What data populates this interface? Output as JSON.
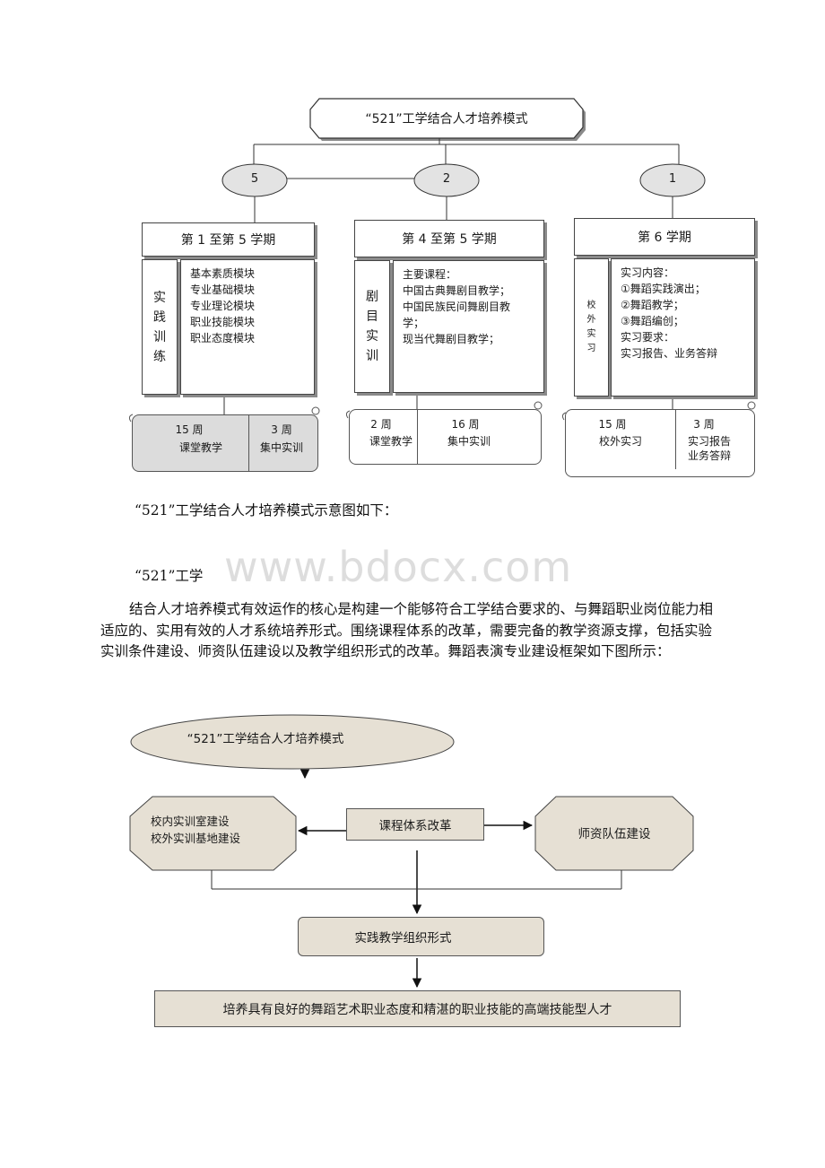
{
  "diagram1": {
    "title": "“521”工学结合人才培养模式",
    "nodes": [
      {
        "number": "5",
        "period": "第 1 至第 5 学期",
        "side_label": [
          "实",
          "践",
          "训",
          "练"
        ],
        "items": [
          "基本素质模块",
          "专业基础模块",
          "专业理论模块",
          "职业技能模块",
          "职业态度模块"
        ],
        "scroll": {
          "left_weeks": "15 周",
          "left_label": "课堂教学",
          "right_weeks": "3 周",
          "right_label": "集中实训"
        }
      },
      {
        "number": "2",
        "period": "第 4 至第 5 学期",
        "side_label": [
          "剧",
          "目",
          "实",
          "训"
        ],
        "items": [
          "主要课程：",
          "中国古典舞剧目教学；",
          "中国民族民间舞剧目教",
          "学；",
          "现当代舞剧目教学；"
        ],
        "scroll": {
          "left_weeks": "2 周",
          "left_label": "课堂教学",
          "right_weeks": "16 周",
          "right_label": "集中实训"
        }
      },
      {
        "number": "1",
        "period": "第 6 学期",
        "side_label": [
          "校",
          "外",
          "实",
          "习"
        ],
        "items": [
          "实习内容：",
          "①舞蹈实践演出；",
          "②舞蹈教学；",
          "③舞蹈编创；",
          "实习要求：",
          "实习报告、业务答辩"
        ],
        "scroll": {
          "left_weeks": "15 周",
          "left_label": "校外实习",
          "right_weeks": "3 周",
          "right_label": "实习报告",
          "right_label2": "业务答辩"
        }
      }
    ]
  },
  "text": {
    "caption": "“521”工学结合人才培养模式示意图如下：",
    "heading": "“521”工学",
    "paragraph": "结合人才培养模式有效运作的核心是构建一个能够符合工学结合要求的、与舞蹈职业岗位能力相适应的、实用有效的人才系统培养形式。围绕课程体系的改革，需要完备的教学资源支撑，包括实验实训条件建设、师资队伍建设以及教学组织形式的改革。舞蹈表演专业建设框架如下图所示：",
    "watermark": "www.bdocx.com"
  },
  "diagram2": {
    "top": "“521”工学结合人才培养模式",
    "left_line1": "校内实训室建设",
    "left_line2": "校外实训基地建设",
    "center": "课程体系改革",
    "right": "师资队伍建设",
    "middle": "实践教学组织形式",
    "bottom": "培养具有良好的舞蹈艺术职业态度和精湛的职业技能的高端技能型人才"
  },
  "colors": {
    "node_fill": "#e6e0d4",
    "scroll_grey": "#dcdcdc"
  }
}
